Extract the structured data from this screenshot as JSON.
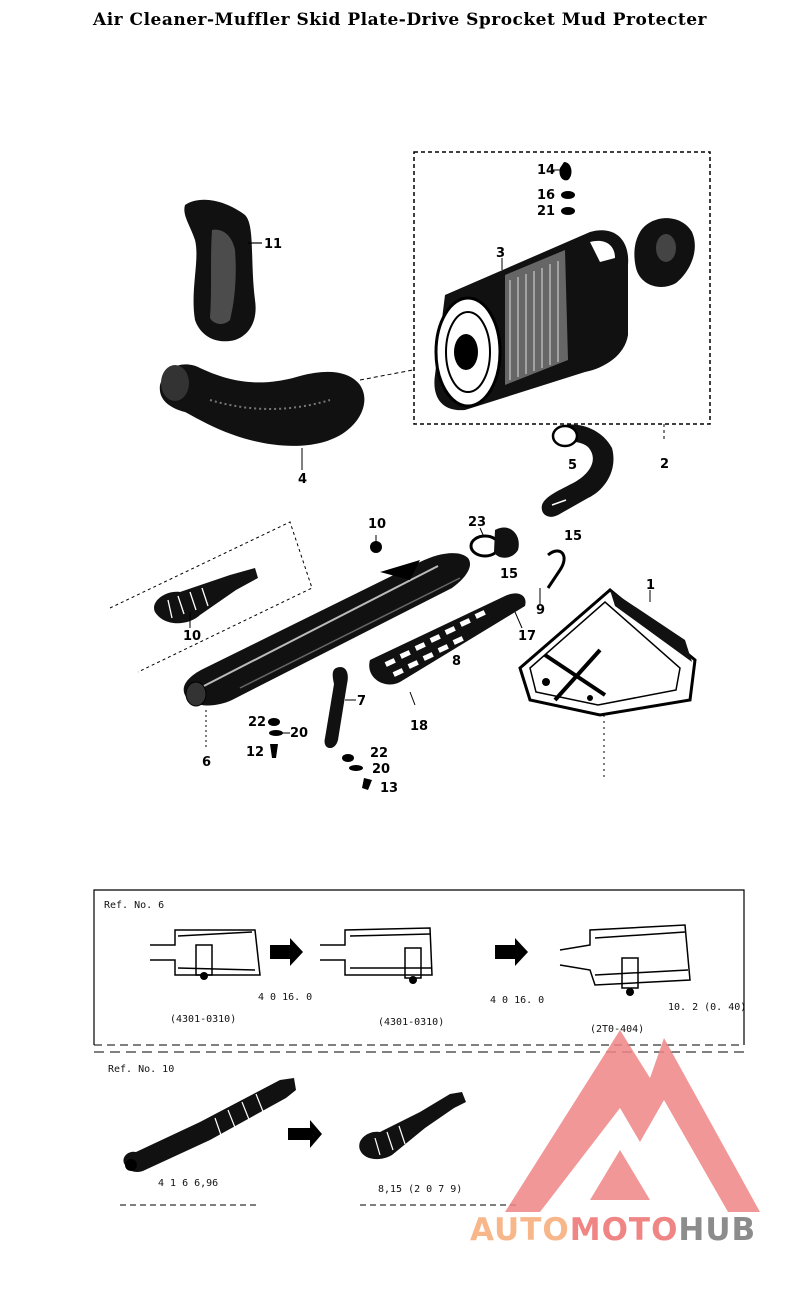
{
  "title": "Air Cleaner-Muffler Skid Plate-Drive Sprocket Mud Protecter",
  "callouts": [
    {
      "id": "c-1",
      "label": "1"
    },
    {
      "id": "c-2",
      "label": "2"
    },
    {
      "id": "c-3",
      "label": "3"
    },
    {
      "id": "c-4",
      "label": "4"
    },
    {
      "id": "c-5",
      "label": "5"
    },
    {
      "id": "c-6",
      "label": "6"
    },
    {
      "id": "c-7",
      "label": "7"
    },
    {
      "id": "c-8",
      "label": "8"
    },
    {
      "id": "c-9",
      "label": "9"
    },
    {
      "id": "c-10a",
      "label": "10"
    },
    {
      "id": "c-10b",
      "label": "10"
    },
    {
      "id": "c-11",
      "label": "11"
    },
    {
      "id": "c-12",
      "label": "12"
    },
    {
      "id": "c-13",
      "label": "13"
    },
    {
      "id": "c-14",
      "label": "14"
    },
    {
      "id": "c-15a",
      "label": "15"
    },
    {
      "id": "c-15b",
      "label": "15"
    },
    {
      "id": "c-16",
      "label": "16"
    },
    {
      "id": "c-17",
      "label": "17"
    },
    {
      "id": "c-18",
      "label": "18"
    },
    {
      "id": "c-20a",
      "label": "20"
    },
    {
      "id": "c-20b",
      "label": "20"
    },
    {
      "id": "c-21",
      "label": "21"
    },
    {
      "id": "c-22a",
      "label": "22"
    },
    {
      "id": "c-22b",
      "label": "22"
    },
    {
      "id": "c-23",
      "label": "23"
    }
  ],
  "ref6": {
    "title": "Ref. No. 6",
    "stage1_code": "(4301-0310)",
    "stage2_code": "(4301-0310)",
    "stage1_dim": "4 0  16. 0",
    "stage2_dim": "4 0  16. 0",
    "stage3_dim": "10. 2 (0. 40)",
    "stage3_note": "(2T0-404)"
  },
  "ref10": {
    "title": "Ref. No. 10",
    "stage1_code": "4 1 6  6,96",
    "stage2_code": "8,15 (2 0 7 9)"
  },
  "logo": {
    "part1": "AUTO",
    "part2": "MOTO",
    "part3": "HUB",
    "color_orange": "#f7b78a",
    "color_red": "#f08585",
    "color_gray": "#8c8c8c"
  }
}
